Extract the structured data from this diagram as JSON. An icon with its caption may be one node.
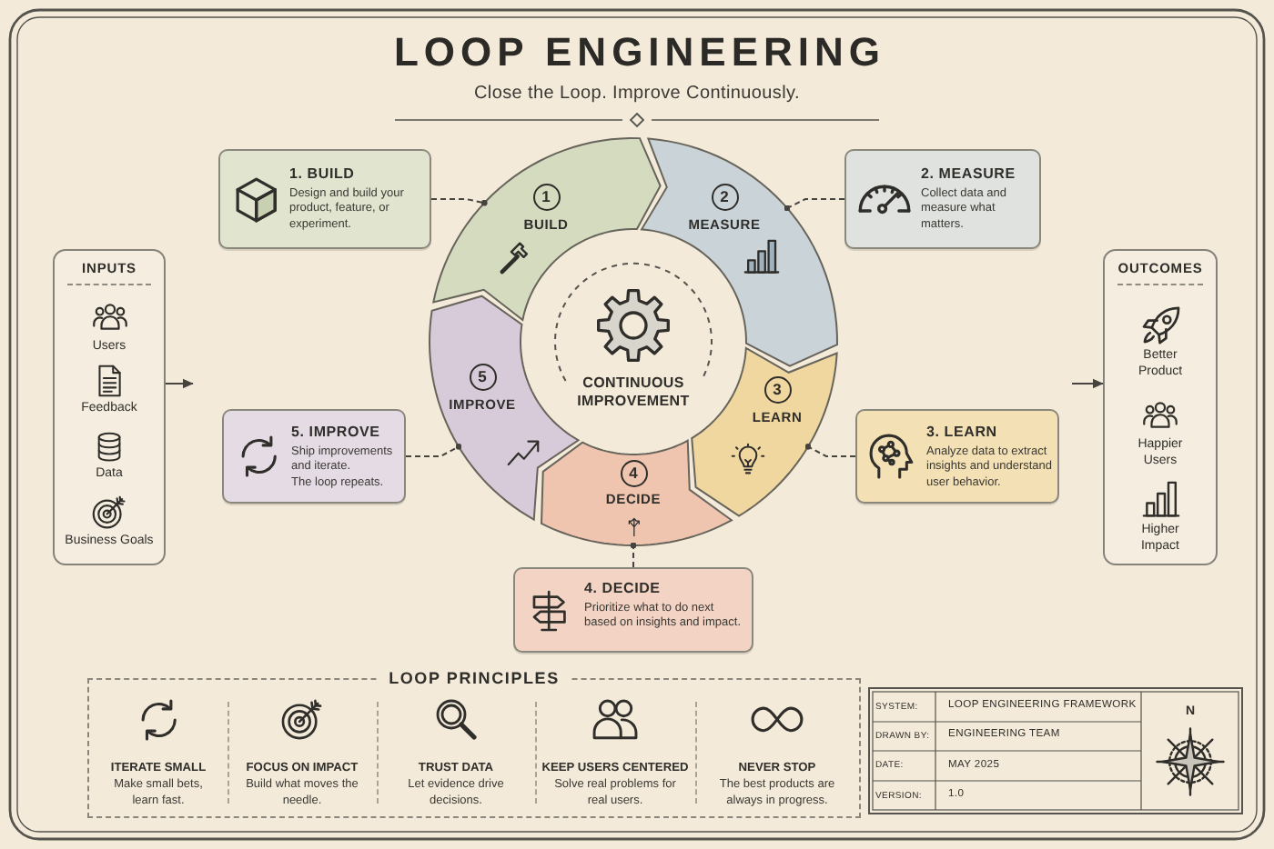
{
  "diagram": {
    "title": "LOOP ENGINEERING",
    "nodes": [
      {
        "text": [
          "INPUTS"
        ]
      },
      {
        "text": [
          "Users"
        ],
        "in": 0
      },
      {
        "text": [
          "Feedback"
        ],
        "in": 0
      },
      {
        "text": [
          "Data"
        ],
        "in": 0
      },
      {
        "text": [
          "Business Goals"
        ],
        "in": 0
      },
      {
        "text": [
          "1. BUILD",
          "Design and build your product, feature, or experiment."
        ]
      },
      {
        "text": [
          "1",
          "BUILD"
        ]
      },
      {
        "text": [
          "2",
          "MEASURE"
        ]
      },
      {
        "text": [
          "2. MEASURE",
          "Collect data and measure what matters."
        ]
      },
      {
        "text": [
          "5",
          "IMPROVE"
        ]
      },
      {
        "text": [
          "CONTINUOUS IMPROVEMENT"
        ]
      },
      {
        "text": [
          "3",
          "LEARN"
        ]
      },
      {
        "text": [
          "5. IMPROVE",
          "Ship improvements and iterate.",
          "The loop repeats."
        ]
      },
      {
        "text": [
          "3. LEARN",
          "Analyze data to extract insights and understand user behavior."
        ]
      },
      {
        "text": [
          "4",
          "DECIDE"
        ]
      },
      {
        "text": [
          "4. DECIDE",
          "Prioritize what to do next based on insights and impact."
        ]
      },
      {
        "text": [
          "OUTCOMES"
        ]
      },
      {
        "text": [
          "Better Product"
        ],
        "in": 16
      },
      {
        "text": [
          "Happier Users"
        ],
        "in": 16
      },
      {
        "text": [
          "Higher Impact"
        ],
        "in": 16
      },
      {
        "text": [
          "LOOP PRINCIPLES"
        ]
      },
      {
        "text": [
          "ITERATE SMALL",
          "Make small bets, learn fast."
        ],
        "in": 20
      },
      {
        "text": [
          "FOCUS ON IMPACT",
          "Build what moves the needle."
        ],
        "in": 20
      },
      {
        "text": [
          "TRUST DATA",
          "Let evidence drive decisions."
        ],
        "in": 20
      },
      {
        "text": [
          "KEEP USERS CENTERED",
          "Solve real problems for real users."
        ],
        "in": 20
      },
      {
        "text": [
          "NEVER STOP",
          "The best products are always in progress."
        ],
        "in": 20
      }
    ],
    "edges": [
      {
        "from": 0,
        "to": null,
        "arrow": "to"
      },
      {
        "from": 5,
        "to": 6,
        "arrow": "other",
        "style": "dashed"
      },
      {
        "from": 8,
        "to": 7,
        "arrow": "other",
        "style": "dashed"
      },
      {
        "from": 13,
        "to": 11,
        "arrow": "other",
        "style": "dashed"
      },
      {
        "from": 15,
        "to": 14,
        "arrow": "other",
        "style": "dashed"
      },
      {
        "from": 12,
        "to": 9,
        "arrow": "other",
        "style": "dashed"
      },
      {
        "from": null,
        "to": 16,
        "arrow": "to"
      }
    ],
    "labels": [
      "Close the Loop. Improve Continuously.",
      "SYSTEM:",
      "LOOP ENGINEERING FRAMEWORK",
      "DRAWN BY:",
      "ENGINEERING TEAM",
      "DATE:",
      "MAY 2025",
      "VERSION:",
      "1.0",
      "N"
    ]
  }
}
